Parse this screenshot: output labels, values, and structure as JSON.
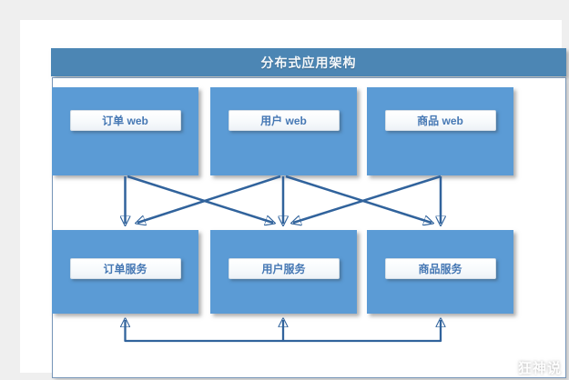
{
  "page": {
    "background": "#efefef"
  },
  "diagram": {
    "title": "分布式应用架构",
    "top_row": [
      {
        "label": "订单 web"
      },
      {
        "label": "用户 web"
      },
      {
        "label": "商品 web"
      }
    ],
    "bottom_row": [
      {
        "label": "订单服务"
      },
      {
        "label": "用户服务"
      },
      {
        "label": "商品服务"
      }
    ],
    "edges": [
      {
        "from": "订单 web",
        "to": "订单服务"
      },
      {
        "from": "订单 web",
        "to": "用户服务"
      },
      {
        "from": "用户 web",
        "to": "订单服务"
      },
      {
        "from": "用户 web",
        "to": "用户服务"
      },
      {
        "from": "用户 web",
        "to": "商品服务"
      },
      {
        "from": "商品 web",
        "to": "用户服务"
      },
      {
        "from": "商品 web",
        "to": "商品服务"
      }
    ],
    "service_bus": {
      "connects": [
        "订单服务",
        "用户服务",
        "商品服务"
      ],
      "arrows": "up-into-each-service"
    },
    "colors": {
      "title_bar": "#4c86b4",
      "node_fill": "#5b9bd5",
      "arrow": "#31639c",
      "plaque_text": "#4678b4",
      "frame_border": "#7695b8",
      "page_background": "#efefef"
    }
  },
  "watermark": {
    "text": "狂神说"
  }
}
